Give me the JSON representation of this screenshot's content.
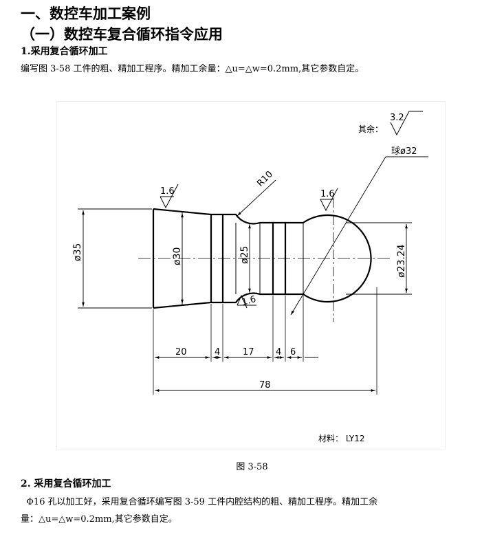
{
  "document": {
    "heading_main": "一、数控车加工案例",
    "heading_sub": "（一）数控车复合循环指令应用",
    "section1_title": "1.采用复合循环加工",
    "section1_text": "编写图 3-58 工件的粗、精加工程序。精加工余量：△u=△w=0.2mm,其它参数自定。",
    "figure_caption": "图 3-58",
    "section2_title": "2.  采用复合循环加工",
    "section2_text_line1": "  Φ16 孔以加工好，采用复合循环编写图 3-59 工件内腔结构的粗、精加工程序。精加工余",
    "section2_text_line2": "量：△u=△w=0.2mm,其它参数自定。"
  },
  "drawing": {
    "rest_label": "其余：",
    "roughness_general": "3.2",
    "roughness_left": "1.6",
    "roughness_ball": "1.6",
    "roughness_groove": "1.6",
    "radius_label": "R10",
    "ball_label": "球ø32",
    "dia_35": "ø35",
    "dia_30": "ø30",
    "dia_25": "ø25",
    "dia_ball_flat": "ø23.24",
    "dim_20": "20",
    "dim_4a": "4",
    "dim_17": "17",
    "dim_4b": "4",
    "dim_6": "6",
    "dim_78": "78",
    "material": "材料： LY12"
  }
}
